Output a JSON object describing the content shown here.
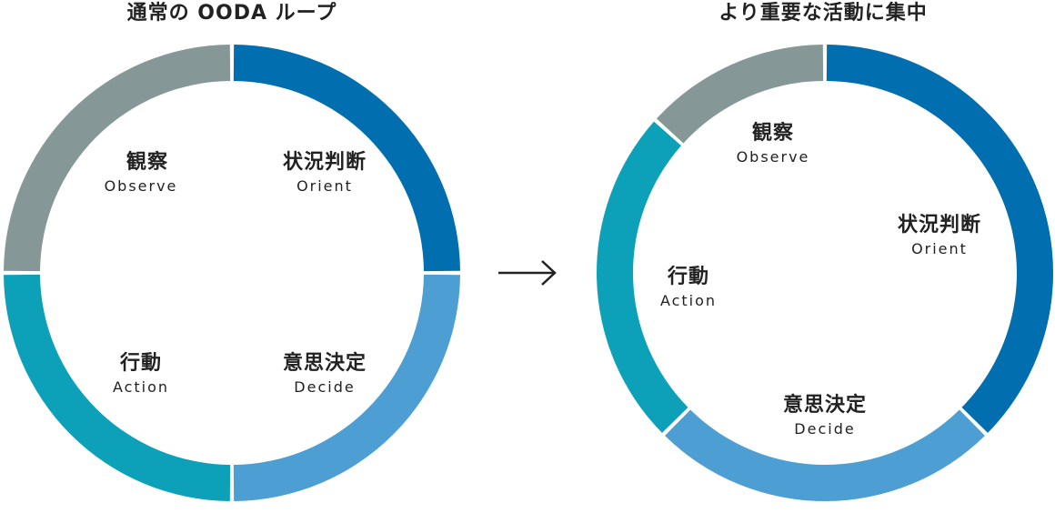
{
  "left": {
    "title": "通常の OODA ループ",
    "segments": [
      {
        "key": "observe",
        "jp": "観察",
        "en": "Observe",
        "color": "#869798",
        "start": 270,
        "sweep": 90
      },
      {
        "key": "orient",
        "jp": "状況判断",
        "en": "Orient",
        "color": "#006EAF",
        "start": 0,
        "sweep": 90
      },
      {
        "key": "decide",
        "jp": "意思決定",
        "en": "Decide",
        "color": "#4C9ED3",
        "start": 90,
        "sweep": 90
      },
      {
        "key": "action",
        "jp": "行動",
        "en": "Action",
        "color": "#0DA1B9",
        "start": 180,
        "sweep": 90
      }
    ]
  },
  "arrow": "→",
  "right": {
    "title": "より重要な活動に集中",
    "segments": [
      {
        "key": "observe",
        "jp": "観察",
        "en": "Observe",
        "color": "#869798",
        "start": 312,
        "sweep": 48
      },
      {
        "key": "orient",
        "jp": "状況判断",
        "en": "Orient",
        "color": "#006EAF",
        "start": 0,
        "sweep": 135
      },
      {
        "key": "decide",
        "jp": "意思決定",
        "en": "Decide",
        "color": "#4C9ED3",
        "start": 135,
        "sweep": 90
      },
      {
        "key": "action",
        "jp": "行動",
        "en": "Action",
        "color": "#0DA1B9",
        "start": 225,
        "sweep": 87
      }
    ]
  }
}
